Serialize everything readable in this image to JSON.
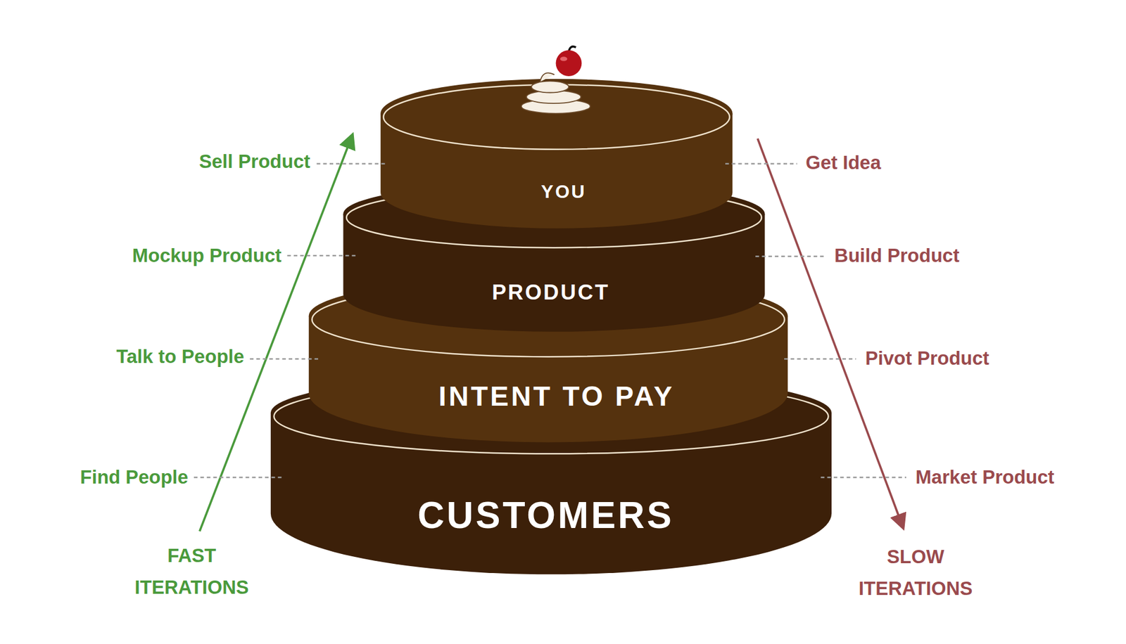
{
  "diagram": {
    "nodes": [
      {
        "text": [
          "YOU"
        ]
      },
      {
        "text": [
          "PRODUCT"
        ]
      },
      {
        "text": [
          "INTENT TO PAY"
        ]
      },
      {
        "text": [
          "CUSTOMERS"
        ]
      }
    ],
    "labels": [
      "Sell Product",
      "Mockup Product",
      "Talk to People",
      "Find People",
      "FAST ITERATIONS",
      "Get Idea",
      "Build Product",
      "Pivot Product",
      "Market Product",
      "SLOW ITERATIONS"
    ]
  }
}
